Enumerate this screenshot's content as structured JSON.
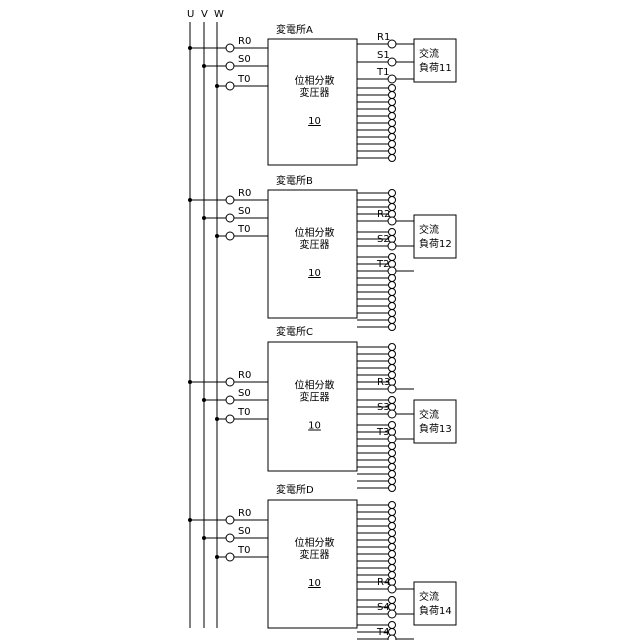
{
  "bus_labels": [
    "U",
    "V",
    "W"
  ],
  "input_terminals": [
    "R0",
    "S0",
    "T0"
  ],
  "substations": [
    {
      "name": "変電所A",
      "transformer_line1": "位相分散",
      "transformer_line2": "変圧器",
      "transformer_ref": "10",
      "load_line1": "交流",
      "load_line2": "負荷11",
      "outputs": [
        "R1",
        "S1",
        "T1"
      ]
    },
    {
      "name": "変電所B",
      "transformer_line1": "位相分散",
      "transformer_line2": "変圧器",
      "transformer_ref": "10",
      "load_line1": "交流",
      "load_line2": "負荷12",
      "outputs": [
        "R2",
        "S2",
        "T2"
      ]
    },
    {
      "name": "変電所C",
      "transformer_line1": "位相分散",
      "transformer_line2": "変圧器",
      "transformer_ref": "10",
      "load_line1": "交流",
      "load_line2": "負荷13",
      "outputs": [
        "R3",
        "S3",
        "T3"
      ]
    },
    {
      "name": "変電所D",
      "transformer_line1": "位相分散",
      "transformer_line2": "変圧器",
      "transformer_ref": "10",
      "load_line1": "交流",
      "load_line2": "負荷14",
      "outputs": [
        "R4",
        "S4",
        "T4"
      ]
    }
  ]
}
